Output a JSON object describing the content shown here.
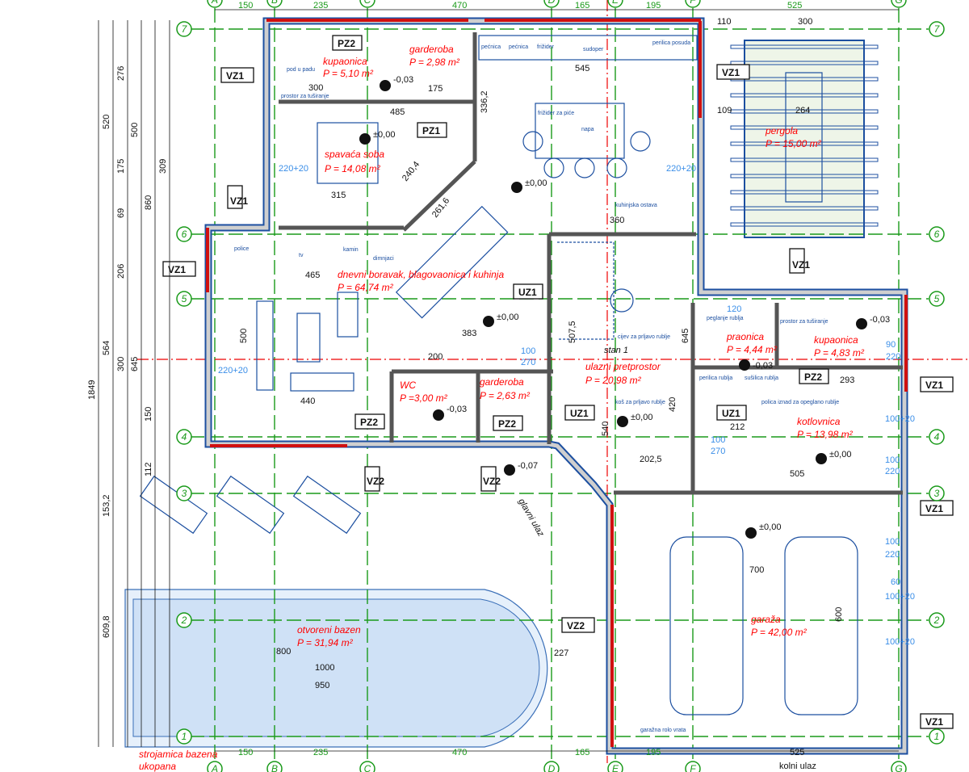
{
  "rooms": [
    {
      "name": "kupaonica",
      "area": "P = 5,10 m²"
    },
    {
      "name": "garderoba",
      "area": "P = 2,98 m²"
    },
    {
      "name": "spavaća soba",
      "area": "P = 14,08 m²"
    },
    {
      "name": "dnevni boravak, blagovaonica i kuhinja",
      "area": "P = 64,74 m²"
    },
    {
      "name": "WC",
      "area": "P =3,00 m²"
    },
    {
      "name": "garderoba",
      "area": "P = 2,63 m²"
    },
    {
      "name": "ulazni pretprostor",
      "area": "P = 20,98 m²"
    },
    {
      "name": "praonica",
      "area": "P = 4,44 m²"
    },
    {
      "name": "kupaonica",
      "area": "P = 4,83 m²"
    },
    {
      "name": "kotlovnica",
      "area": "P = 13,98 m²"
    },
    {
      "name": "garaža",
      "area": "P = 42,00 m²"
    },
    {
      "name": "pergola",
      "area": "P = 15,00 m²"
    },
    {
      "name": "otvoreni bazen",
      "area": "P = 31,94 m²"
    }
  ],
  "notes": {
    "pool_pit": "strojamica bazena",
    "pool_pit2": "ukopana",
    "stair": "stan 1",
    "main_entry": "glavni ulaz",
    "car_entry": "kolni ulaz",
    "garage_door": "garažna rolo vrata"
  },
  "axes": {
    "columns": [
      "A",
      "B",
      "C",
      "D",
      "E",
      "F",
      "G"
    ],
    "rows": [
      "7",
      "6",
      "5",
      "4",
      "3",
      "2",
      "1"
    ]
  },
  "top_dims": [
    "150",
    "235",
    "470",
    "165",
    "195",
    "525"
  ],
  "bottom_dims": [
    "150",
    "235",
    "470",
    "165",
    "195",
    "525"
  ],
  "left_dims": [
    "1849",
    "520",
    "564",
    "153,2",
    "609,8",
    "276",
    "175",
    "69",
    "206",
    "300",
    "500",
    "645",
    "860",
    "309",
    "150",
    "112"
  ],
  "tags": {
    "vz1": "VZ1",
    "vz2": "VZ2",
    "uz1": "UZ1",
    "pz1": "PZ1",
    "pz2": "PZ2"
  },
  "elevations": [
    "±0,00",
    "-0,03",
    "-0,07"
  ],
  "furniture": [
    "pećnica",
    "pećnica",
    "frižider",
    "sudoper",
    "perilica posuda",
    "frižider za piće",
    "napa",
    "kuhinjska ostava",
    "police",
    "kamin",
    "dimnjaci",
    "tv",
    "peglanje rublja",
    "perilica rublja",
    "sušilica rublja",
    "polica iznad za opeglano rublje",
    "koš za prljavo rublje",
    "cijev za prljavo rublje",
    "prostor za tuširanje",
    "pod u padu"
  ],
  "dims": {
    "d545": "545",
    "d336": "336,2",
    "d485": "485",
    "d300": "300",
    "d175": "175",
    "d315": "315",
    "d240": "240,4",
    "d261": "261,6",
    "d360": "360",
    "d465": "465",
    "d500": "500",
    "d440": "440",
    "d383": "383",
    "d200": "200",
    "d700": "700",
    "d600": "600",
    "d505": "505",
    "d202": "202,5",
    "d293": "293",
    "d212": "212",
    "d1000": "1000",
    "d950": "950",
    "d800": "800",
    "d227": "227",
    "d264": "264",
    "d110": "110",
    "d300b": "300",
    "d109": "109",
    "d507": "507,5",
    "d540": "540",
    "d645": "645",
    "d420": "420"
  },
  "openings": [
    "220+20",
    "100+20",
    "100",
    "270",
    "90",
    "220",
    "120",
    "60"
  ],
  "colors": {
    "grid": "#1a9a1a",
    "label": "#ff0000",
    "wall_insulation": "#d01010",
    "furniture": "#1c4fa0"
  }
}
